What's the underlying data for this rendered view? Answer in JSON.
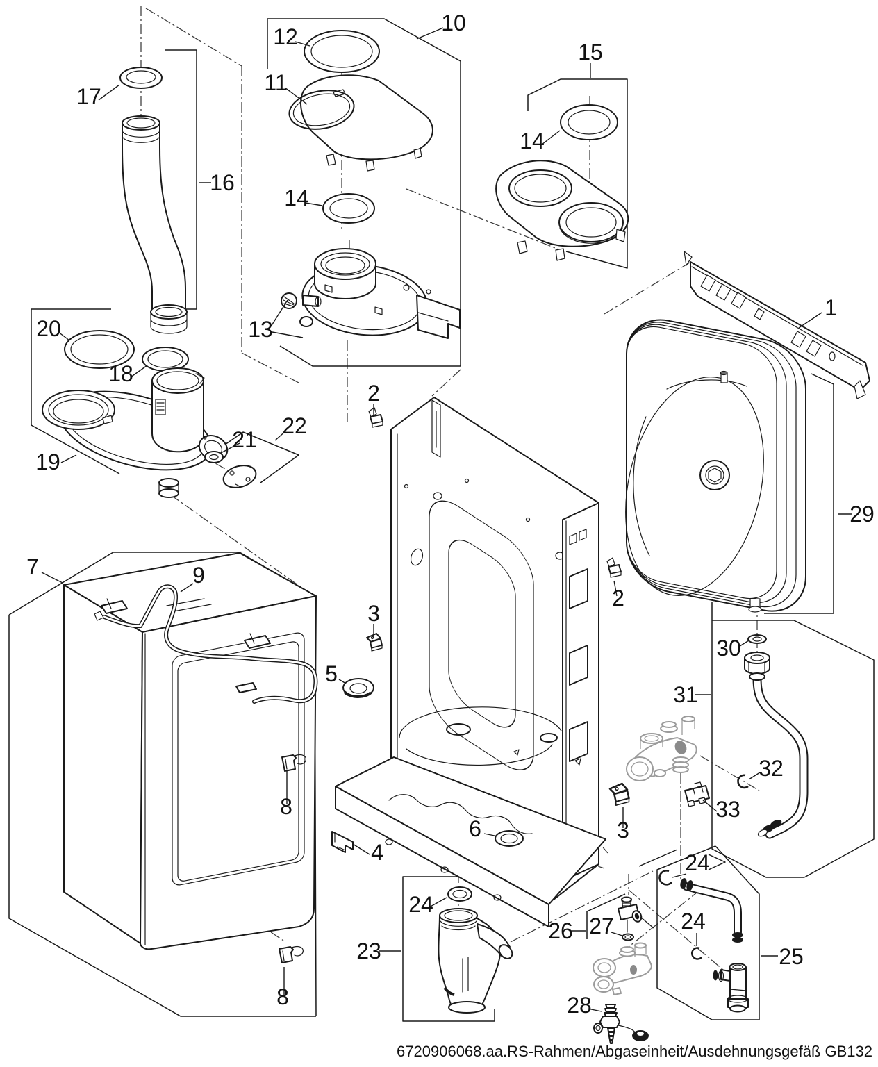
{
  "diagram": {
    "type": "exploded-parts-diagram",
    "caption": "6720906068.aa.RS-Rahmen/Abgaseinheit/Ausdehnungsgefäß GB132",
    "document_code": "6720906068.aa",
    "subject": "RS-Rahmen/Abgaseinheit/Ausdehnungsgefäß",
    "model": "GB132",
    "colors": {
      "line": "#1a1a1a",
      "reference_part": "#9b9b9b",
      "background": "#ffffff"
    },
    "labels": [
      {
        "part": "17"
      },
      {
        "part": "16"
      },
      {
        "part": "12"
      },
      {
        "part": "11"
      },
      {
        "part": "10"
      },
      {
        "part": "14"
      },
      {
        "part": "13"
      },
      {
        "part": "15"
      },
      {
        "part": "14"
      },
      {
        "part": "20"
      },
      {
        "part": "18"
      },
      {
        "part": "19"
      },
      {
        "part": "21"
      },
      {
        "part": "22"
      },
      {
        "part": "2"
      },
      {
        "part": "2"
      },
      {
        "part": "3"
      },
      {
        "part": "5"
      },
      {
        "part": "3"
      },
      {
        "part": "4"
      },
      {
        "part": "6"
      },
      {
        "part": "7"
      },
      {
        "part": "9"
      },
      {
        "part": "8"
      },
      {
        "part": "8"
      },
      {
        "part": "1"
      },
      {
        "part": "29"
      },
      {
        "part": "30"
      },
      {
        "part": "31"
      },
      {
        "part": "32"
      },
      {
        "part": "33"
      },
      {
        "part": "23"
      },
      {
        "part": "24"
      },
      {
        "part": "24"
      },
      {
        "part": "24"
      },
      {
        "part": "25"
      },
      {
        "part": "26"
      },
      {
        "part": "27"
      },
      {
        "part": "28"
      }
    ]
  }
}
